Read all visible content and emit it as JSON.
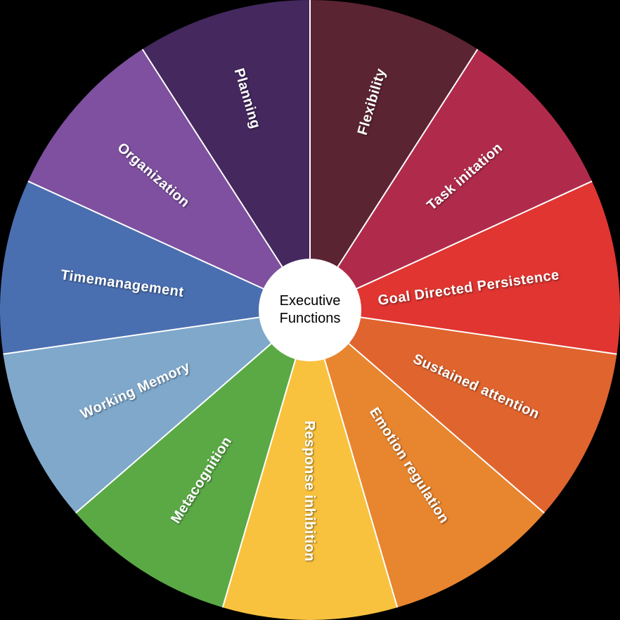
{
  "chart_data": {
    "type": "pie",
    "title": "Executive Functions",
    "center_label_line1": "Executive",
    "center_label_line2": "Functions",
    "direction": "clockwise",
    "start_angle_deg": 0,
    "equal_segments": true,
    "legend_position": "none",
    "label_color": "#FFFFFF",
    "separator_color": "#FFFFFF",
    "hub": {
      "fill": "#FFFFFF",
      "text_color": "#000000"
    },
    "segments": [
      {
        "label": "Flexibility",
        "value": 1,
        "color": "#5B2433"
      },
      {
        "label": "Task initation",
        "value": 1,
        "color": "#B02B4B"
      },
      {
        "label": "Goal Directed Persistence",
        "value": 1,
        "color": "#E03531"
      },
      {
        "label": "Sustained attention",
        "value": 1,
        "color": "#E0642E"
      },
      {
        "label": "Emotion regulation",
        "value": 1,
        "color": "#E8852F"
      },
      {
        "label": "Response inhibition",
        "value": 1,
        "color": "#F8C23E"
      },
      {
        "label": "Metacognition",
        "value": 1,
        "color": "#5AA945"
      },
      {
        "label": "Working Memory",
        "value": 1,
        "color": "#7FA8CB"
      },
      {
        "label": "Timemanagement",
        "value": 1,
        "color": "#4A6FB0"
      },
      {
        "label": "Organization",
        "value": 1,
        "color": "#7E509F"
      },
      {
        "label": "Planning",
        "value": 1,
        "color": "#44285E"
      }
    ]
  }
}
